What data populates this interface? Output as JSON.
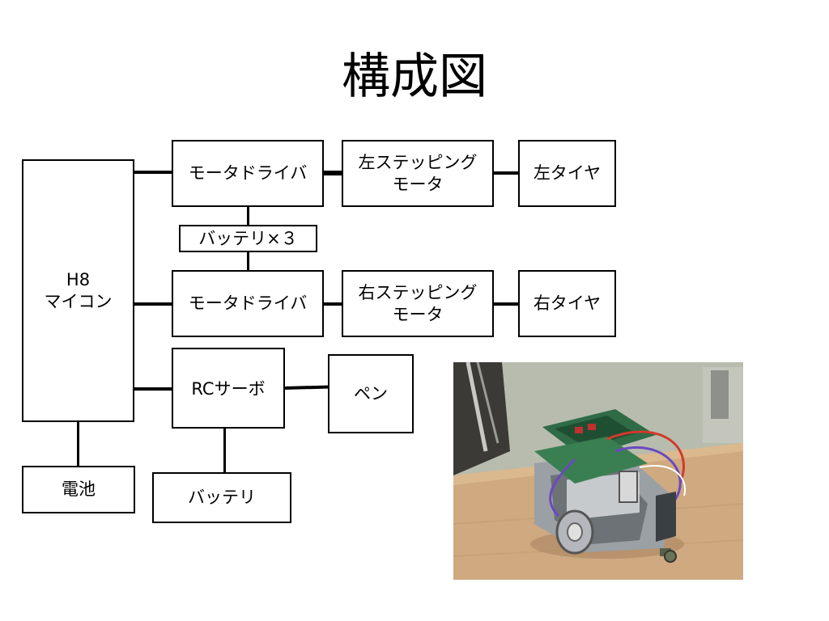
{
  "title": "構成図",
  "blocks": {
    "mcu": [
      "H8",
      "マイコン"
    ],
    "motor_driver_left": "モータドライバ",
    "stepper_left": [
      "左ステッピング",
      "モータ"
    ],
    "tire_left": "左タイヤ",
    "battery_x3": "バッテリ×３",
    "motor_driver_right": "モータドライバ",
    "stepper_right": [
      "右ステッピング",
      "モータ"
    ],
    "tire_right": "右タイヤ",
    "rc_servo": "RCサーボ",
    "pen": "ペン",
    "dry_cell": "電池",
    "battery": "バッテリ"
  },
  "colors": {
    "line": "#000000",
    "background": "#ffffff"
  }
}
